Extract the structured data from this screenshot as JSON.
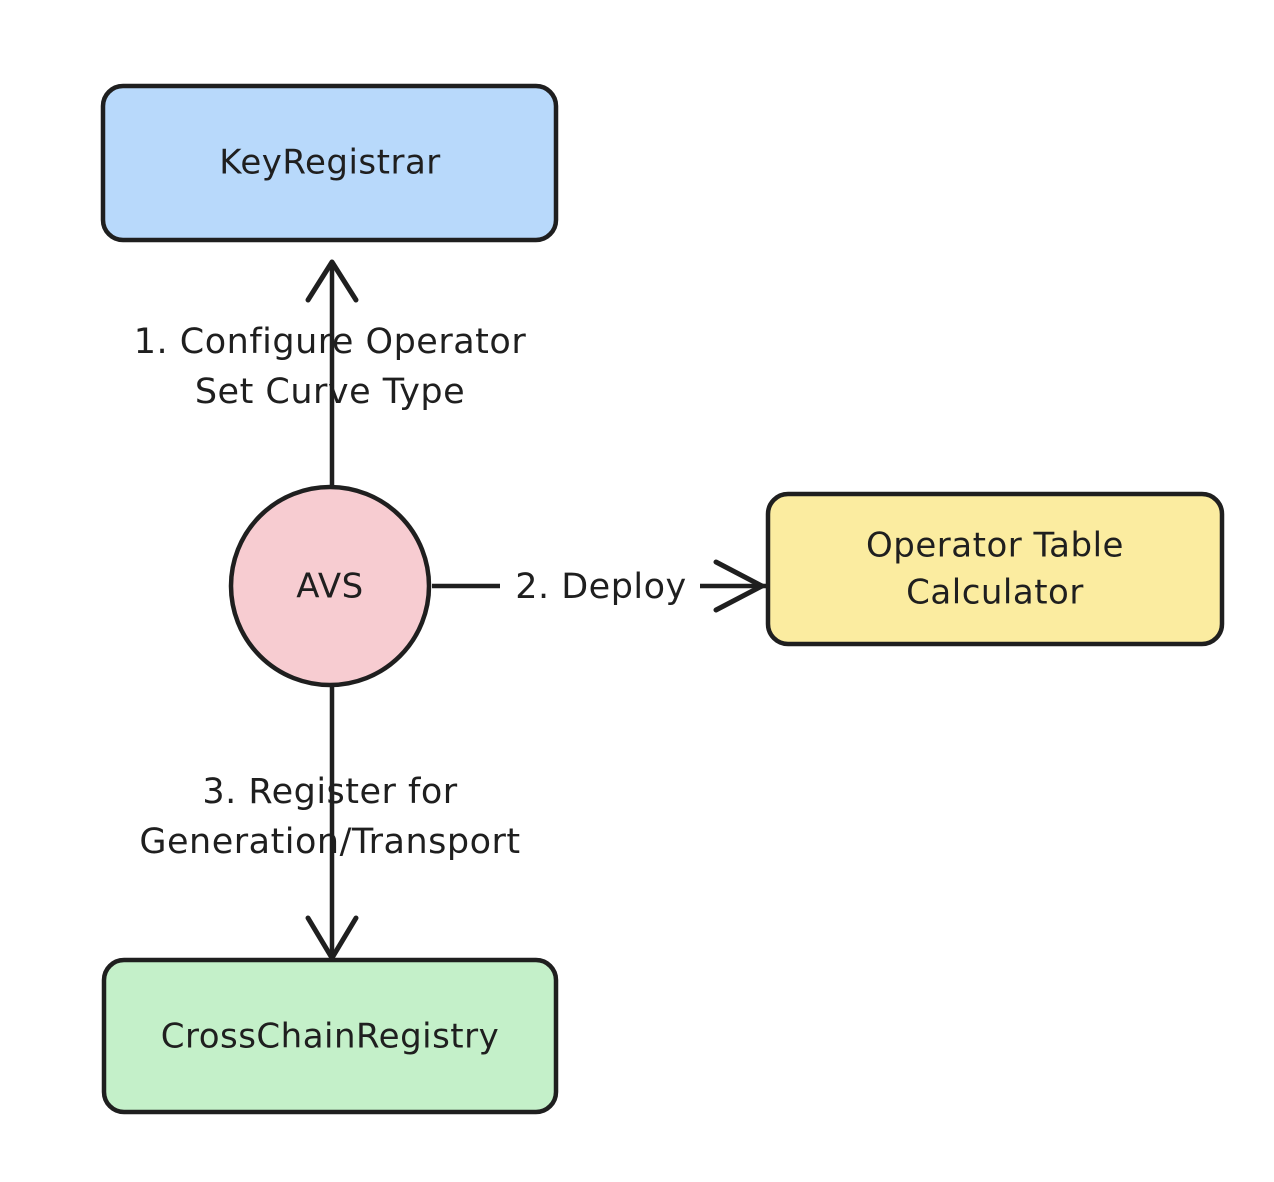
{
  "diagram": {
    "type": "flowchart",
    "direction": "top-to-bottom",
    "background_color": "#ffffff",
    "stroke_color": "#1f1f1f",
    "nodes": [
      {
        "id": "key-registrar",
        "label": "KeyRegistrar",
        "shape": "rounded-rect",
        "fill": "#b8d9fb",
        "text_color": "#1f1f1f"
      },
      {
        "id": "avs",
        "label": "AVS",
        "shape": "circle",
        "fill": "#f7ccd1",
        "text_color": "#1f1f1f"
      },
      {
        "id": "operator-table-calculator",
        "label_line1": "Operator Table",
        "label_line2": "Calculator",
        "shape": "rounded-rect",
        "fill": "#fbeca0",
        "text_color": "#1f1f1f"
      },
      {
        "id": "cross-chain-registry",
        "label": "CrossChainRegistry",
        "shape": "rounded-rect",
        "fill": "#c4f0c9",
        "text_color": "#1f1f1f"
      }
    ],
    "edges": [
      {
        "id": "edge-1",
        "from": "avs",
        "to": "key-registrar",
        "label_line1": "1. Configure Operator",
        "label_line2": "Set Curve Type",
        "arrow": "open-v",
        "direction": "up"
      },
      {
        "id": "edge-2",
        "from": "avs",
        "to": "operator-table-calculator",
        "label_line1": "2. Deploy",
        "label_line2": "",
        "arrow": "open-v",
        "direction": "right"
      },
      {
        "id": "edge-3",
        "from": "avs",
        "to": "cross-chain-registry",
        "label_line1": "3. Register for",
        "label_line2": "Generation/Transport",
        "arrow": "open-v",
        "direction": "down"
      }
    ]
  }
}
